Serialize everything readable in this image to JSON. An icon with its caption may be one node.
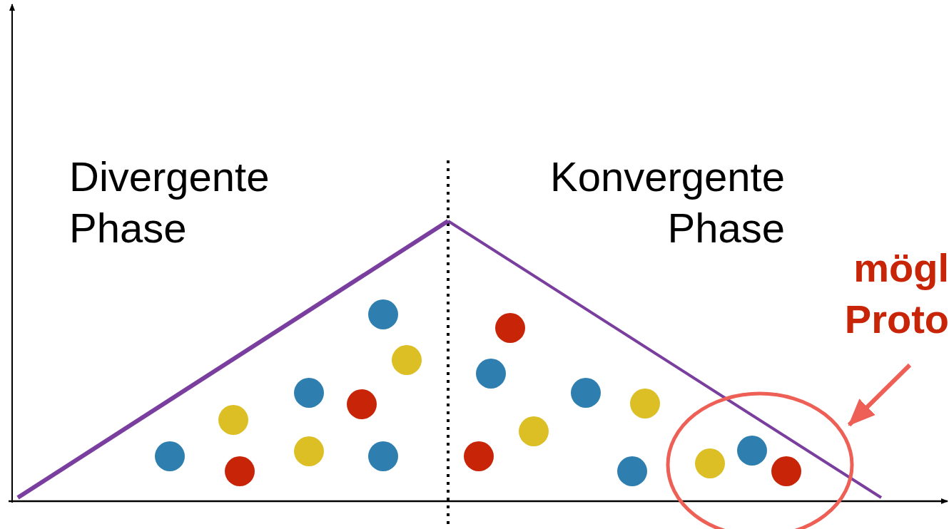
{
  "diagram": {
    "nodes": [
      {
        "text": [
          "mögl Proto"
        ]
      },
      {
        "text": [],
        "shape": "circle"
      }
    ],
    "edges": [
      {
        "from": 0,
        "to": 1,
        "arrow": "to"
      }
    ],
    "labels": [
      "Divergente Phase",
      "Konvergente Phase"
    ]
  }
}
